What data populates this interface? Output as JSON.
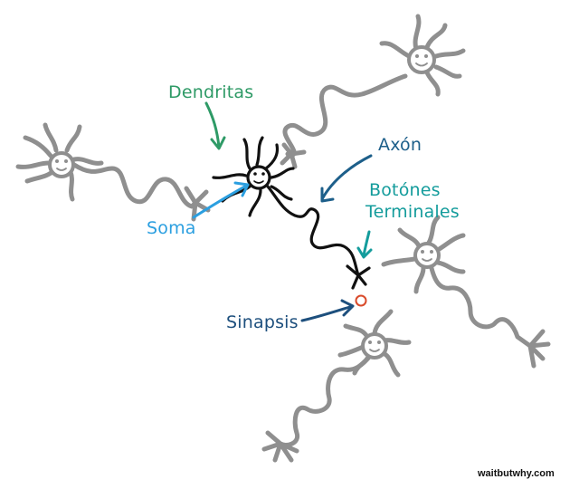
{
  "diagram": {
    "labels": {
      "dendrites": "Dendritas",
      "axon": "Axón",
      "soma": "Soma",
      "terminal_line1": "Botónes",
      "terminal_line2": "Terminales",
      "synapse": "Sinapsis"
    },
    "credit": "waitbutwhy.com"
  },
  "colors": {
    "dendrites_label": "#2e9a66",
    "axon_label": "#1d5f8a",
    "soma_label": "#2b9fe0",
    "terminal_label": "#149c9c",
    "synapse_label": "#1d4f7d",
    "synapse_marker": "#d94a2a",
    "main_neuron": "#111111",
    "other_neurons": "#8f8f8f",
    "credit_text": "#111111"
  }
}
